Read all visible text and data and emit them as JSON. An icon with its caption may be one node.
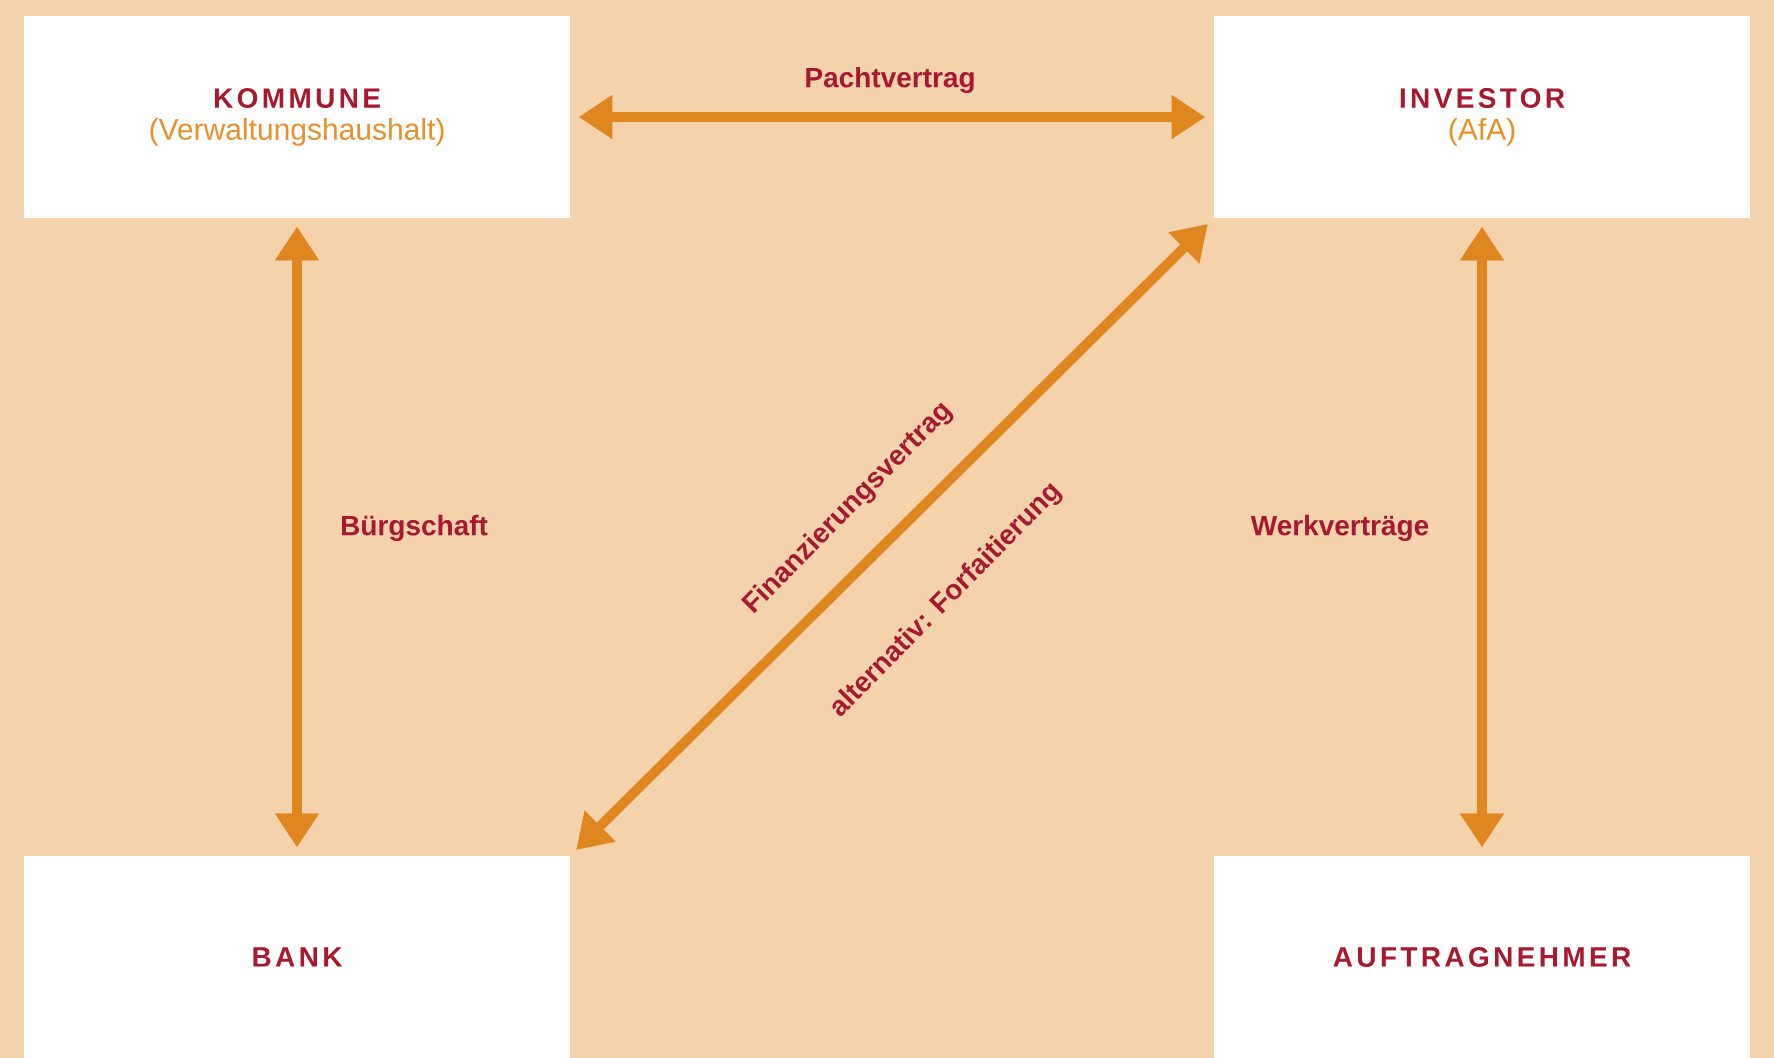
{
  "diagram": {
    "nodes": [
      {
        "text": [
          "KOMMUNE",
          "(Verwaltungshaushalt)"
        ]
      },
      {
        "text": [
          "INVESTOR",
          "(AfA)"
        ]
      },
      {
        "text": [
          "BANK"
        ]
      },
      {
        "text": [
          "AUFTRAGNEHMER"
        ]
      }
    ],
    "edges": [
      {
        "from": 0,
        "to": 1,
        "arrow": "both",
        "label": "Pachtvertrag"
      },
      {
        "from": 0,
        "to": 2,
        "arrow": "both",
        "label": "Bürgschaft"
      },
      {
        "from": 1,
        "to": 2,
        "arrow": "both",
        "label": "Finanzierungsvertrag"
      },
      {
        "from": 1,
        "to": 3,
        "arrow": "both",
        "label": "Werkverträge"
      }
    ],
    "labels": [
      "alternativ: Forfaitierung"
    ]
  }
}
